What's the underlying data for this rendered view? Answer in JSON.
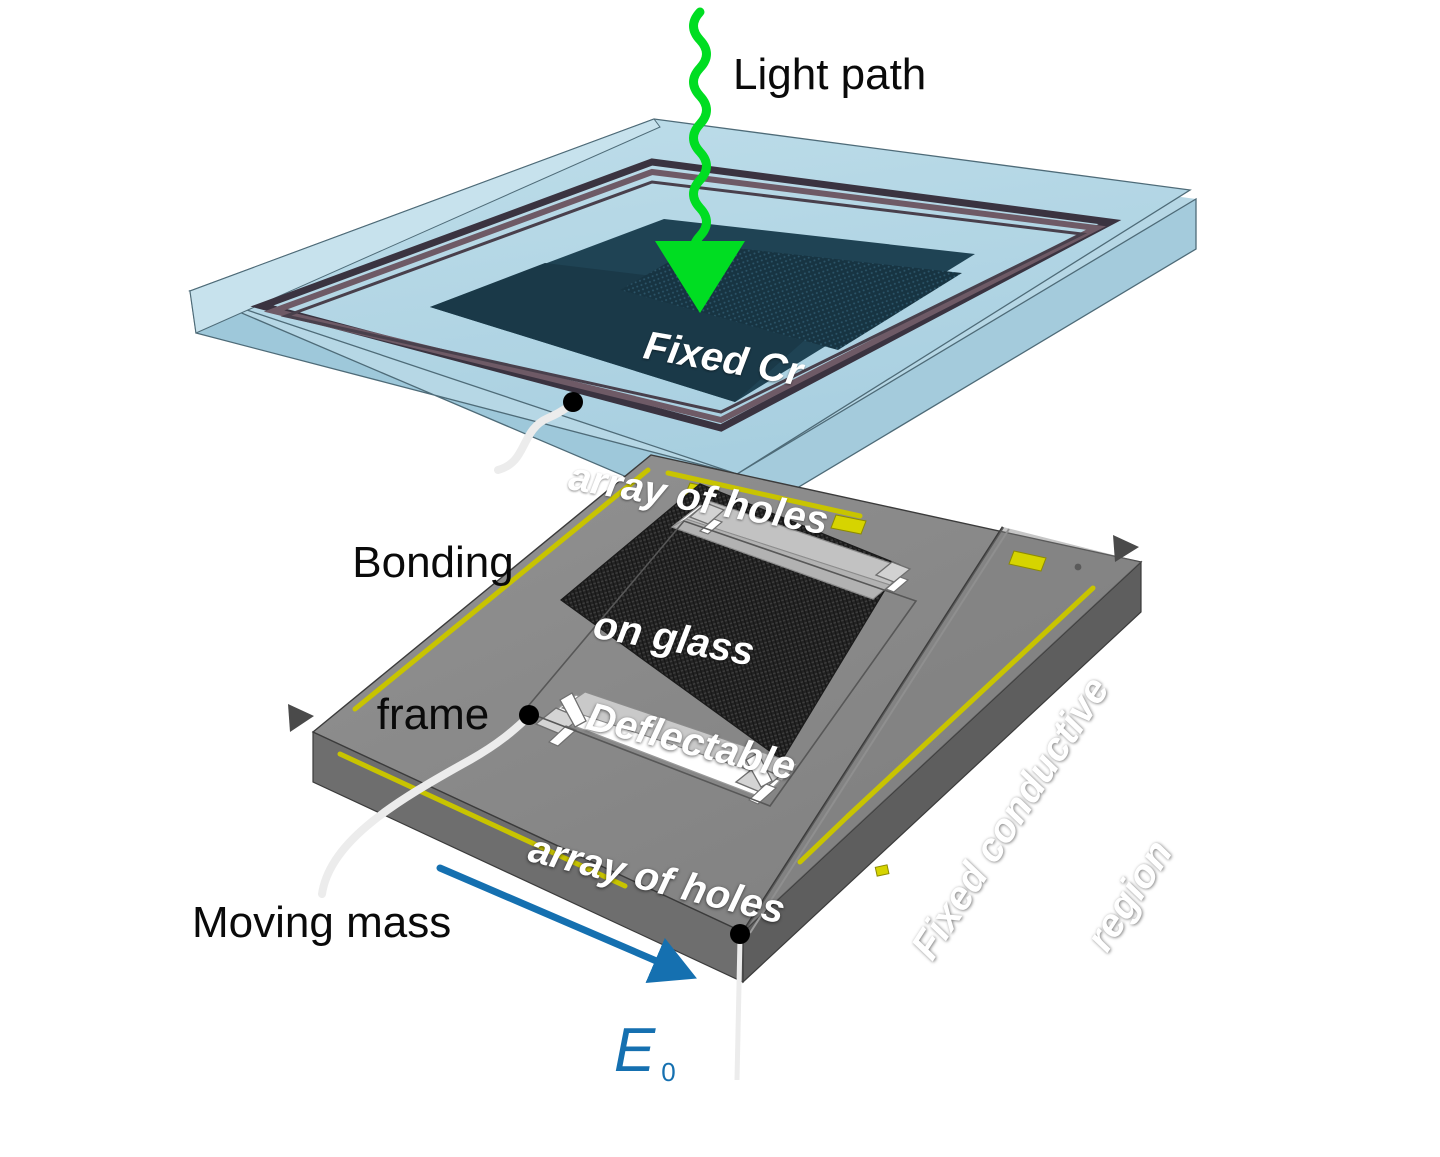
{
  "figure": {
    "type": "exploded-3d-schematic",
    "subject": "MEMS tunable optical filter: glass lid with fixed Cr hole array above a deflectable silicon hole-array chip"
  },
  "labels": {
    "light_path": "Light path",
    "fixed_cr_line1": "Fixed Cr",
    "fixed_cr_line2": "array of holes",
    "fixed_cr_line3": "on glass",
    "bonding_frame_line1": "Bonding",
    "bonding_frame_line2": "frame",
    "deflectable_line1": "Deflectable",
    "deflectable_line2": "array of holes",
    "fixed_conductive_line1": "Fixed conductive",
    "fixed_conductive_line2": "region",
    "moving_mass": "Moving mass",
    "field_symbol": "E",
    "field_subscript": "0"
  },
  "colors": {
    "background": "#ffffff",
    "glass_top": "#afd3e2",
    "glass_top_light": "#bcdbe8",
    "glass_edge": "#9ec8da",
    "glass_side": "#a9d0e0",
    "glass_outline": "#4e6b78",
    "bond_frame_dark": "#3a3340",
    "bond_frame_mauve": "#6e5a66",
    "cr_region": "#1f4354",
    "cr_region_dark": "#15303d",
    "cr_holes": "#15303d",
    "chip_top": "#8a8a8a",
    "chip_top_dark": "#7b7b7b",
    "chip_side": "#6e6e6e",
    "chip_side_dark": "#5e5e5e",
    "chip_outline": "#3b3b3b",
    "hole_array_dark": "#232323",
    "trench_white": "#ffffff",
    "spring_gray": "#b9b9b9",
    "metal_yellow": "#c8c400",
    "metal_pad": "#d6d400",
    "green_light": "#00dd22",
    "blue_arrow": "#1570b0",
    "wire_white": "#ececec",
    "dot_black": "#000000",
    "marker_gray": "#4a4a4a",
    "label_black": "#0a0a0a",
    "label_white": "#ffffff"
  },
  "annotations": {
    "light_path_direction": "downward, vertical wavy ray entering the glass and reaching the Cr hole array",
    "e0_direction": "down-right, in-plane electric field direction",
    "corner_markers_count": 2,
    "bonding_frame_leader": "curved white leader from label to black dot on glass bonding ring",
    "moving_mass_leader": "curved white leader from label to black dot on moving-mass anchor",
    "fixed_region_leader": "straight white wire from black dot at bottom chip corner going down"
  }
}
